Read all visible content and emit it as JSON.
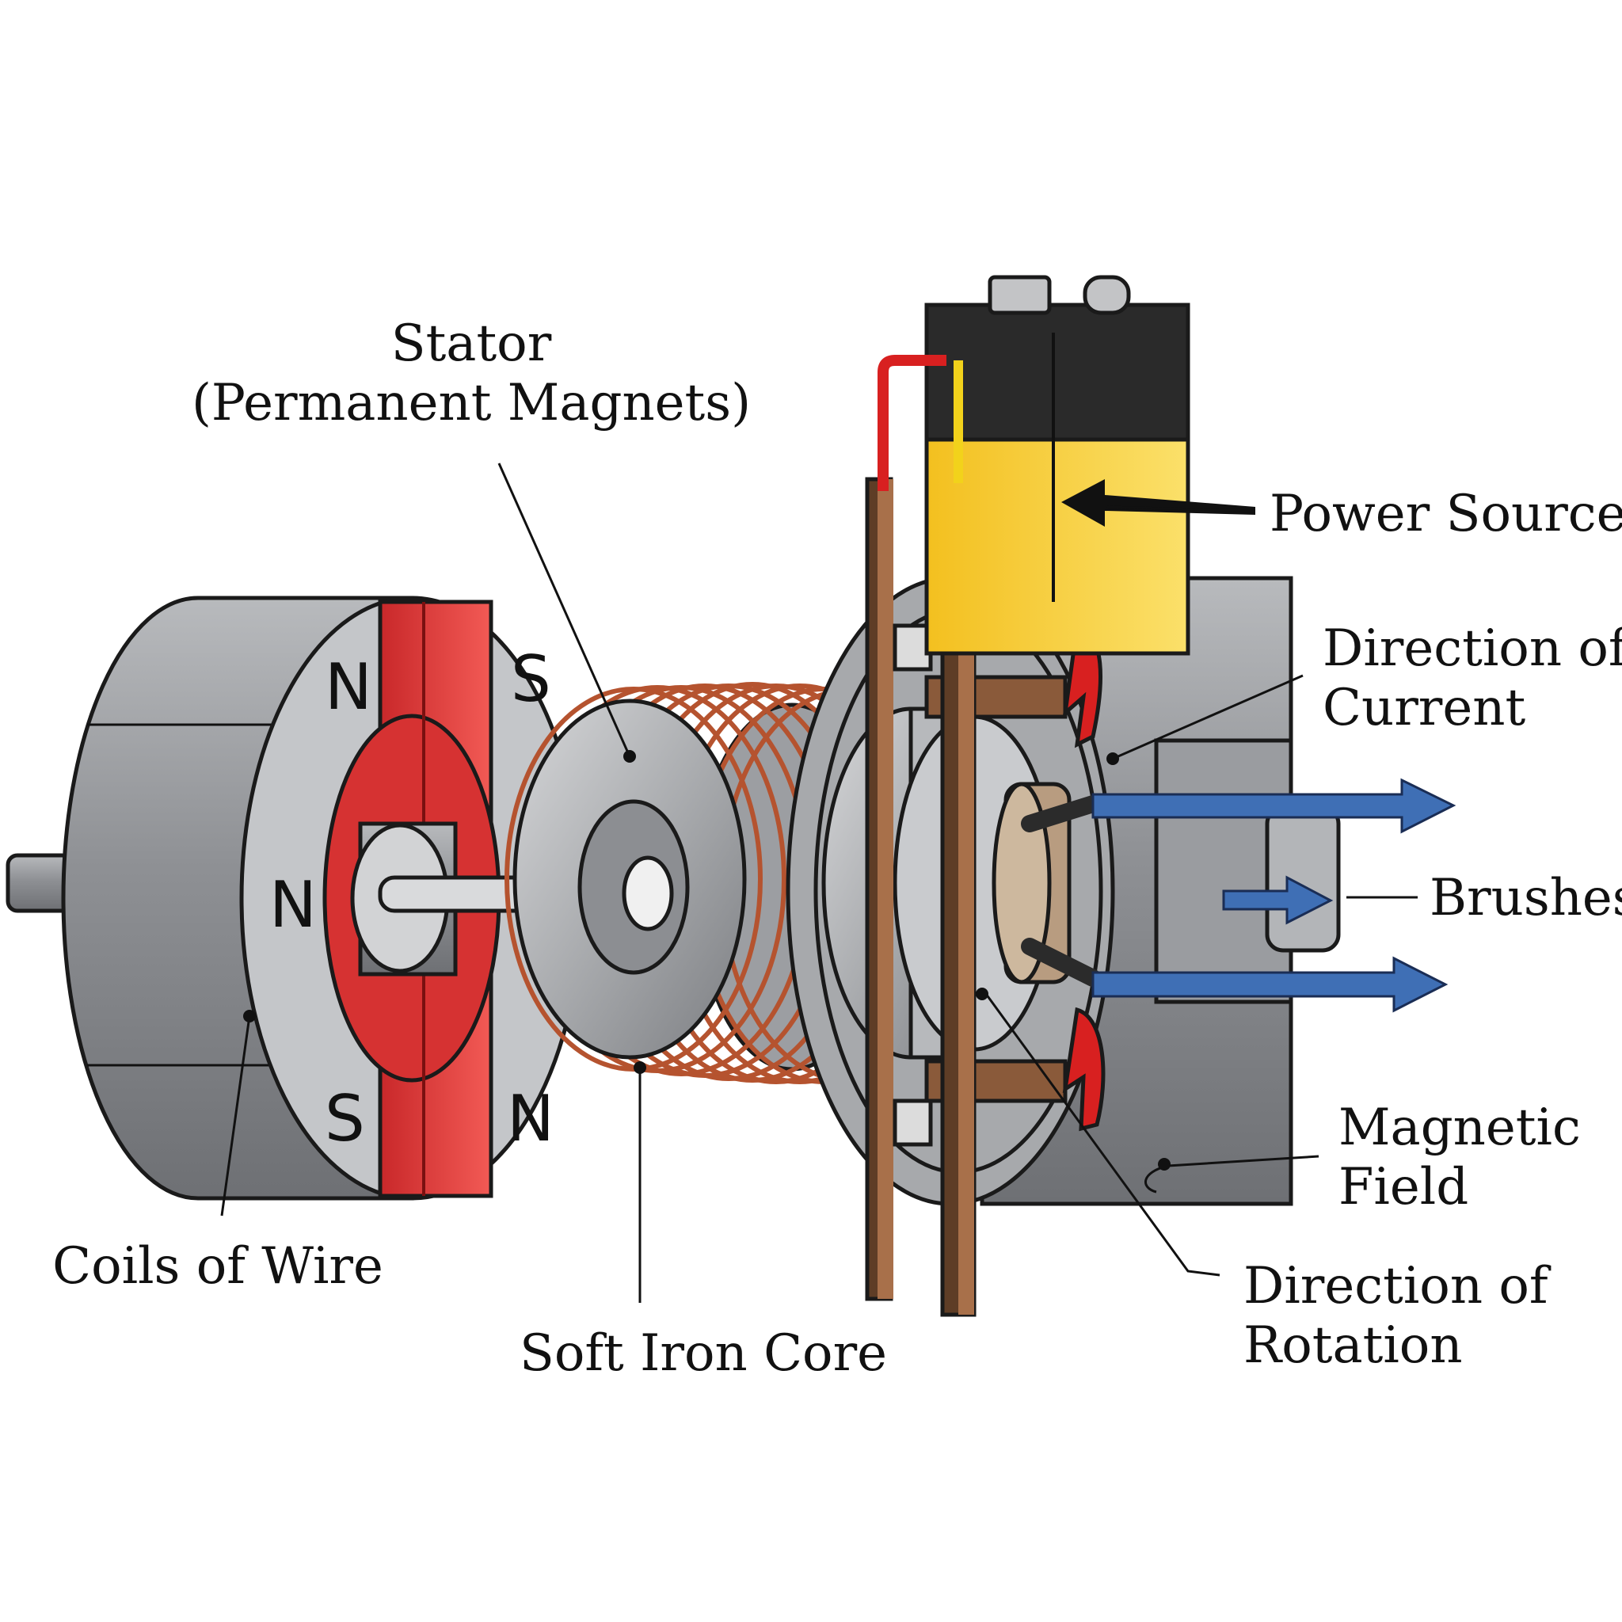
{
  "labels": {
    "stator_line1": "Stator",
    "stator_line2": "(Permanent Magnets)",
    "power_source": "Power Source",
    "direction_current_line1": "Direction of",
    "direction_current_line2": "Current",
    "brushes": "Brushes",
    "magnetic_field_line1": "Magnetic",
    "magnetic_field_line2": "Field",
    "direction_rotation_line1": "Direction of",
    "direction_rotation_line2": "Rotation",
    "coils_of_wire": "Coils of Wire",
    "soft_iron_core": "Soft Iron Core"
  },
  "poles": {
    "top_left": "N",
    "top_right": "S",
    "middle_left": "N",
    "bottom_left": "S",
    "bottom_right": "N"
  },
  "colors": {
    "magnet_red": "#e03a3a",
    "magnet_red_light": "#f25a55",
    "steel_gray": "#a9abae",
    "copper": "#b5532f",
    "battery_yellow": "#f6c92c",
    "battery_black": "#2a2a2a",
    "arrow_blue": "#3f6fb5",
    "wire_red": "#d82020",
    "wire_yellow": "#f2d21b",
    "brush_brown": "#8a5a3a"
  }
}
